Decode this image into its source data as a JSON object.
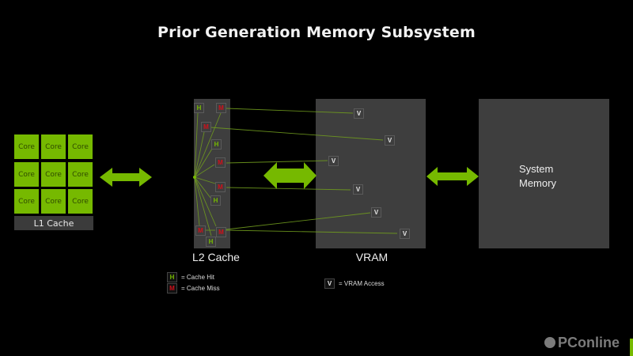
{
  "title": "Prior Generation Memory Subsystem",
  "cores": [
    "Core",
    "Core",
    "Core",
    "Core",
    "Core",
    "Core",
    "Core",
    "Core",
    "Core"
  ],
  "l1_label": "L1 Cache",
  "l2_label": "L2 Cache",
  "vram_label": "VRAM",
  "system_memory": {
    "line1": "System",
    "line2": "Memory"
  },
  "tags": {
    "hit": "H",
    "miss": "M",
    "vram": "V"
  },
  "legend": {
    "hit": "=  Cache Hit",
    "miss": "=  Cache Miss",
    "vram": "= VRAM Access"
  },
  "watermark": "PConline",
  "colors": {
    "accent": "#76b900",
    "miss": "#d0101a",
    "block": "#3e3e3e"
  }
}
